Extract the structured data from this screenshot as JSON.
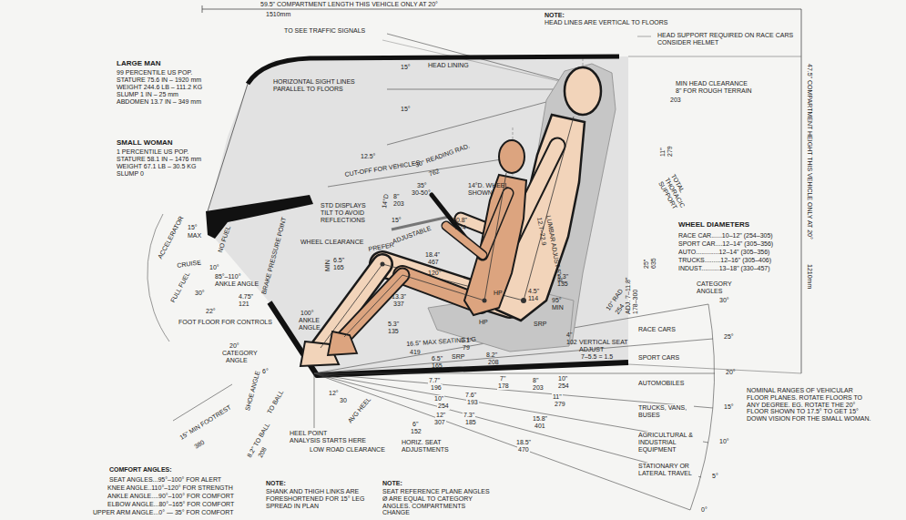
{
  "diagram": {
    "labels": [
      "59.5\" COMPARTMENT LENGTH THIS VEHICLE ONLY AT 20°",
      "1510mm",
      "NOTE:",
      "HEAD LINES ARE VERTICAL TO FLOORS",
      "HEAD SUPPORT REQUIRED ON RACE CARS",
      "CONSIDER HELMET",
      "TO SEE TRAFFIC SIGNALS",
      "HEAD LINING",
      "MIN HEAD CLEARANCE",
      "8\" FOR ROUGH TERRAIN",
      "203",
      "LARGE MAN",
      "99 PERCENTILE US POP.",
      "STATURE 75.6 IN – 1920 mm",
      "WEIGHT 244.6 LB – 111.2 KG",
      "SLUMP 1 IN – 25 mm",
      "ABDOMEN 13.7 IN – 349 mm",
      "15°",
      "HORIZONTAL SIGHT LINES",
      "PARALLEL TO FLOORS",
      "15°",
      "SMALL WOMAN",
      "1 PERCENTILE US POP.",
      "STATURE 58.1 IN – 1476 mm",
      "WEIGHT 67.1 LB – 30.5 KG",
      "SLUMP 0",
      "CUT-OFF FOR VEHICLES",
      "30° READING RAD.",
      "762",
      "35°",
      "30-50°",
      "12.5°",
      "14°D",
      "8\"",
      "203",
      "15°",
      "14°D. WHEEL SHOWN",
      "STD DISPLAYS TILT TO AVOID REFLECTIONS",
      "PREFER",
      "ADJUSTABLE",
      "WHEEL CLEARANCE",
      "10.8\"",
      "274",
      "MIN",
      "6.5\"",
      "165",
      "18.4\"",
      "467",
      "85°–110°",
      "ANKLE ANGLE",
      "100°",
      "ANKLE ANGLE",
      "ACCELERATOR",
      "15°",
      "MAX",
      "NO FUEL",
      "CRUISE",
      "10°",
      "FULL FUEL",
      "30°",
      "BRAKE PRESSURE POINT",
      "4.75\"",
      "121",
      "FOOT FLOOR FOR CONTROLS",
      "22°",
      "20°",
      "CATEGORY",
      "ANGLE",
      "SHOE ANGLE",
      "6°",
      "TO BALL",
      "8.2\" TO BALL",
      "208",
      "15\" MIN FOOTREST",
      "380",
      "HEEL POINT",
      "ANALYSIS STARTS HERE",
      "LOW ROAD CLEARANCE",
      "12°",
      "30",
      "AVG HEEL",
      "HORIZ. SEAT ADJUSTMENTS",
      "16.5\" MAX SEATING LG",
      "419",
      "HP",
      "HP",
      "SRP",
      "SRP",
      "3.1\"",
      "79",
      "8.2\"",
      "208",
      "6.5\"",
      "165",
      "7.7\"",
      "196",
      "10\"",
      "254",
      "12\"",
      "307",
      "7.6\"",
      "193",
      "7.3\"",
      "185",
      "6\"",
      "152",
      "11\"",
      "279",
      "15.8\"",
      "401",
      "18.5\"",
      "470",
      "7\"",
      "178",
      "8\"",
      "203",
      "4\"",
      "102",
      "10\"",
      "254",
      "VERTICAL SEAT ADJUST",
      "7–5.5 = 1.5",
      "TOTAL THORACIC SUPPORT",
      "11\"",
      "279",
      "25\"",
      "635",
      "10\" RAD",
      "254",
      "ADJ. 7–11.8\"",
      "178–300",
      "LUMBAR ADJUST 5\"–9\"",
      "12.7–22.9",
      "5.3\"",
      "135",
      "4.5\"",
      "114",
      "95°",
      "MIN",
      "13.3\"",
      "337",
      "120°",
      "5.3\"",
      "135",
      "WHEEL DIAMETERS",
      "RACE CAR......10–12\" (254–305)",
      "SPORT CAR....12–14\" (305–356)",
      "AUTO.............12–14\" (305–356)",
      "TRUCKS.........12–16\" (305–406)",
      "INDUST..........13–18\" (330–457)",
      "CATEGORY ANGLES",
      "30°",
      "25°",
      "20°",
      "15°",
      "10°",
      "5°",
      "0°",
      "RACE CARS",
      "SPORT CARS",
      "AUTOMOBILES",
      "TRUCKS, VANS, BUSES",
      "AGRICULTURAL & INDUSTRIAL EQUIPMENT",
      "STATIONARY OR LATERAL TRAVEL",
      "NOMINAL RANGES OF VEHICULAR FLOOR PLANES. ROTATE FLOORS TO ANY DEGREE. EG. ROTATE THE 20° FLOOR SHOWN TO 17.5° TO GET 15° DOWN VISION FOR THE SMALL WOMAN.",
      "47.5\" COMPARTMENT HEIGHT THIS VEHICLE ONLY AT 20°",
      "1210mm",
      "COMFORT ANGLES:",
      "SEAT ANGLES...95°–100° FOR ALERT",
      "KNEE ANGLE..110°–120° FOR STRENGTH",
      "ANKLE ANGLE....90°–100° FOR COMFORT",
      "ELBOW ANGLE...80°–165° FOR COMFORT",
      "UPPER ARM ANGLE...0° — 35° FOR COMFORT",
      "NOTE:",
      "SHANK AND THIGH LINKS ARE FORESHORTENED FOR 15° LEG SPREAD IN PLAN",
      "NOTE:",
      "SEAT REFERENCE PLANE ANGLES Ø ARE EQUAL TO CATEGORY ANGLES. COMPARTMENTS CHANGE"
    ]
  }
}
